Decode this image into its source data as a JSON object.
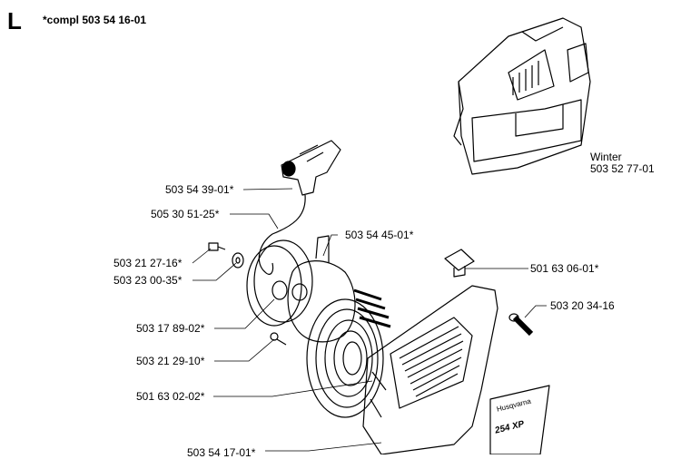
{
  "header": {
    "section_letter": "L",
    "kit_title": "*compl 503 54 16-01"
  },
  "parts": {
    "winter_name": "Winter",
    "winter_number": "503 52 77-01",
    "handle": "503 54 39-01*",
    "rope": "505 30 51-25*",
    "screw_small": "503 21 27-16*",
    "washer": "503 23 00-35*",
    "spring_housing": "503 54 45-01*",
    "plug": "501 63 06-01*",
    "screw_side": "503 20 34-16",
    "pulley": "503 17 89-02*",
    "screw_housing": "503 21 29-10*",
    "cover": "501 63 02-02*",
    "bottom_part": "503 54 17-01*"
  },
  "decal_text": {
    "brand": "Husqvarna",
    "model": "254 XP"
  }
}
